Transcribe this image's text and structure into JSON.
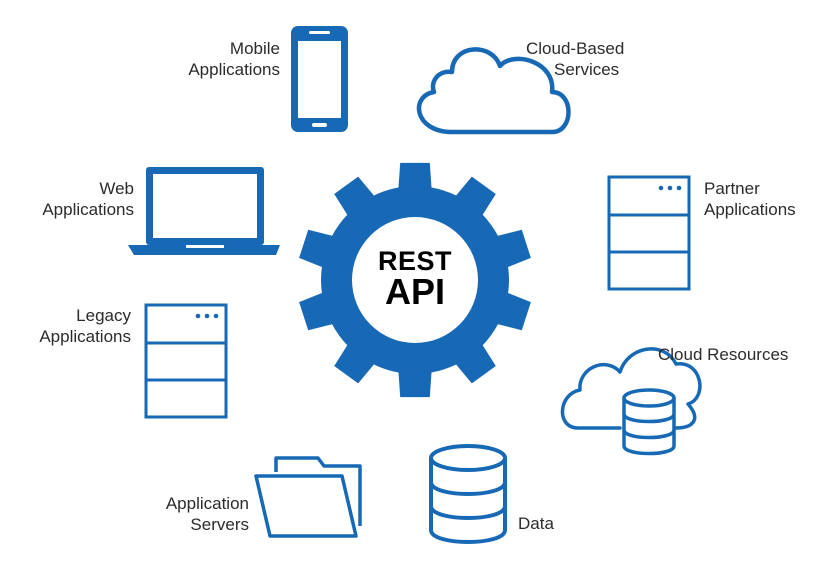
{
  "hub": {
    "line1": "REST",
    "line2": "API"
  },
  "colors": {
    "primary": "#1769b5",
    "text": "#2b2b2b",
    "hub_text": "#000000",
    "background": "#ffffff"
  },
  "nodes": [
    {
      "id": "mobile",
      "icon": "smartphone-icon",
      "label": [
        "Mobile",
        "Applications"
      ]
    },
    {
      "id": "cloud-services",
      "icon": "cloud-icon",
      "label": [
        "Cloud-Based",
        "Services"
      ]
    },
    {
      "id": "web",
      "icon": "laptop-icon",
      "label": [
        "Web",
        "Applications"
      ]
    },
    {
      "id": "partner",
      "icon": "server-rack-icon",
      "label": [
        "Partner",
        "Applications"
      ]
    },
    {
      "id": "legacy",
      "icon": "server-rack-icon",
      "label": [
        "Legacy",
        "Applications"
      ]
    },
    {
      "id": "cloud-resources",
      "icon": "cloud-database-icon",
      "label": [
        "Cloud Resources"
      ]
    },
    {
      "id": "app-servers",
      "icon": "folder-icon",
      "label": [
        "Application",
        "Servers"
      ]
    },
    {
      "id": "data",
      "icon": "database-icon",
      "label": [
        "Data"
      ]
    }
  ]
}
